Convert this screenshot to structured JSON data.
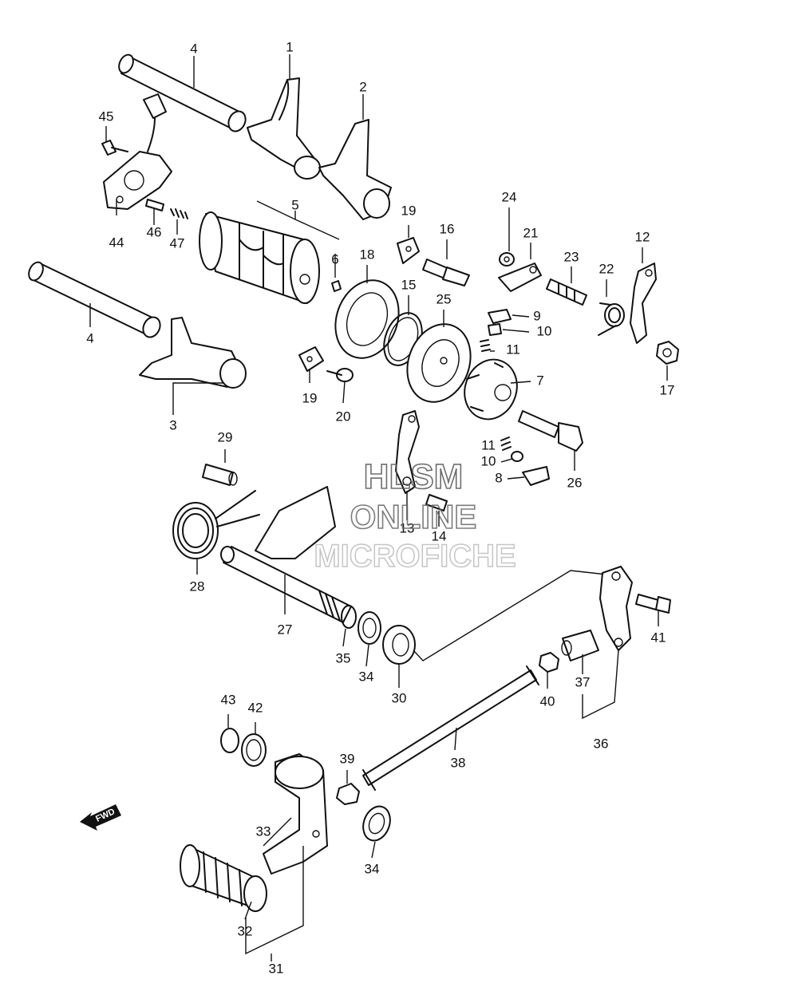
{
  "watermark": {
    "line1": "HLSM",
    "line2": "ONLINE",
    "line3": "MICROFICHE"
  },
  "fwd_arrow_label": "FWD",
  "part_numbers": [
    {
      "id": "p1",
      "label": "1"
    },
    {
      "id": "p2",
      "label": "2"
    },
    {
      "id": "p3",
      "label": "3"
    },
    {
      "id": "p4a",
      "label": "4"
    },
    {
      "id": "p4b",
      "label": "4"
    },
    {
      "id": "p5",
      "label": "5"
    },
    {
      "id": "p6",
      "label": "6"
    },
    {
      "id": "p7",
      "label": "7"
    },
    {
      "id": "p8",
      "label": "8"
    },
    {
      "id": "p9",
      "label": "9"
    },
    {
      "id": "p10a",
      "label": "10"
    },
    {
      "id": "p10b",
      "label": "10"
    },
    {
      "id": "p11a",
      "label": "11"
    },
    {
      "id": "p11b",
      "label": "11"
    },
    {
      "id": "p12",
      "label": "12"
    },
    {
      "id": "p13",
      "label": "13"
    },
    {
      "id": "p14",
      "label": "14"
    },
    {
      "id": "p15",
      "label": "15"
    },
    {
      "id": "p16",
      "label": "16"
    },
    {
      "id": "p17",
      "label": "17"
    },
    {
      "id": "p18",
      "label": "18"
    },
    {
      "id": "p19a",
      "label": "19"
    },
    {
      "id": "p19b",
      "label": "19"
    },
    {
      "id": "p20",
      "label": "20"
    },
    {
      "id": "p21",
      "label": "21"
    },
    {
      "id": "p22",
      "label": "22"
    },
    {
      "id": "p23",
      "label": "23"
    },
    {
      "id": "p24",
      "label": "24"
    },
    {
      "id": "p25",
      "label": "25"
    },
    {
      "id": "p26",
      "label": "26"
    },
    {
      "id": "p27",
      "label": "27"
    },
    {
      "id": "p28",
      "label": "28"
    },
    {
      "id": "p29",
      "label": "29"
    },
    {
      "id": "p30",
      "label": "30"
    },
    {
      "id": "p31",
      "label": "31"
    },
    {
      "id": "p32",
      "label": "32"
    },
    {
      "id": "p33",
      "label": "33"
    },
    {
      "id": "p34a",
      "label": "34"
    },
    {
      "id": "p34b",
      "label": "34"
    },
    {
      "id": "p35",
      "label": "35"
    },
    {
      "id": "p36",
      "label": "36"
    },
    {
      "id": "p37",
      "label": "37"
    },
    {
      "id": "p38",
      "label": "38"
    },
    {
      "id": "p39",
      "label": "39"
    },
    {
      "id": "p40",
      "label": "40"
    },
    {
      "id": "p41",
      "label": "41"
    },
    {
      "id": "p42",
      "label": "42"
    },
    {
      "id": "p43",
      "label": "43"
    },
    {
      "id": "p44",
      "label": "44"
    },
    {
      "id": "p45",
      "label": "45"
    },
    {
      "id": "p46",
      "label": "46"
    },
    {
      "id": "p47",
      "label": "47"
    }
  ]
}
